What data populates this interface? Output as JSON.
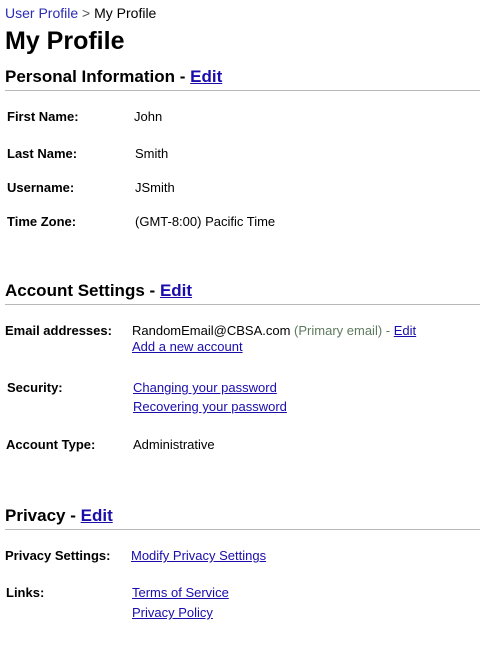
{
  "breadcrumb": {
    "parent": "User Profile",
    "separator": ">",
    "current": "My Profile"
  },
  "page_title": "My Profile",
  "personal_info": {
    "heading": "Personal Information",
    "dash": "-",
    "edit": "Edit",
    "fields": {
      "first_name": {
        "label": "First Name:",
        "value": "John"
      },
      "last_name": {
        "label": "Last Name:",
        "value": "Smith"
      },
      "username": {
        "label": "Username:",
        "value": "JSmith"
      },
      "time_zone": {
        "label": "Time Zone:",
        "value": "(GMT-8:00) Pacific Time"
      }
    }
  },
  "account_settings": {
    "heading": "Account Settings",
    "dash": "-",
    "edit": "Edit",
    "email": {
      "label": "Email addresses:",
      "address": "RandomEmail@CBSA.com",
      "note": "(Primary email)",
      "dash": "-",
      "edit": "Edit",
      "add_account": "Add a new account"
    },
    "security": {
      "label": "Security:",
      "change_password": "Changing your password",
      "recover_password": "Recovering your password"
    },
    "account_type": {
      "label": "Account Type:",
      "value": "Administrative"
    }
  },
  "privacy": {
    "heading": "Privacy",
    "dash": "-",
    "edit": "Edit",
    "settings": {
      "label": "Privacy Settings:",
      "link": "Modify Privacy Settings"
    },
    "links": {
      "label": "Links:",
      "terms": "Terms of Service",
      "policy": "Privacy Policy"
    }
  },
  "colors": {
    "link": "#1a0dab",
    "breadcrumb_link": "#2b2bb5",
    "primary_note": "#5e7a5e",
    "rule": "#b8b8b8"
  }
}
